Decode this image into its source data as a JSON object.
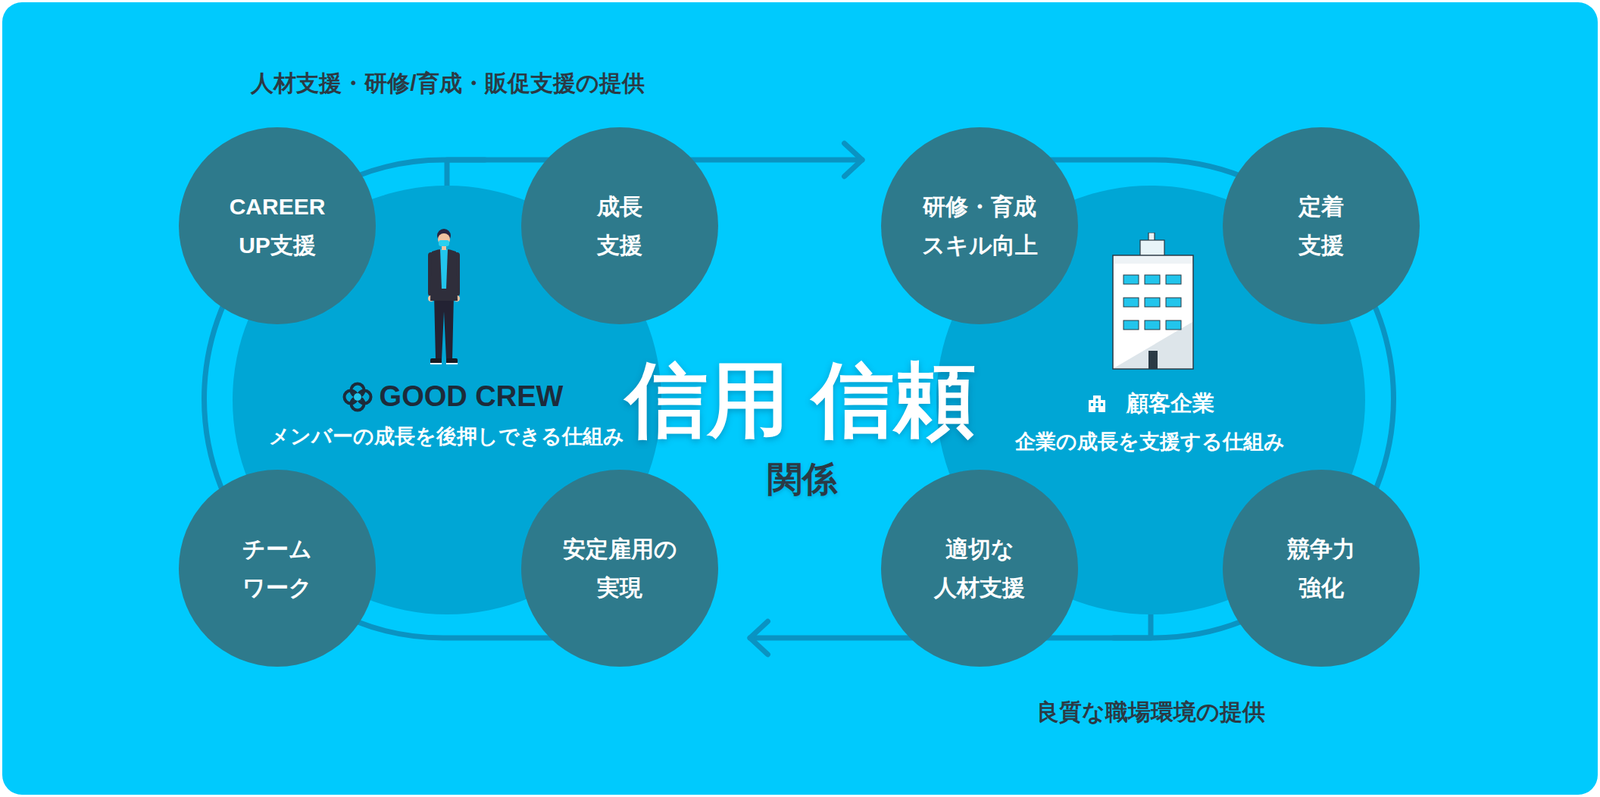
{
  "diagram": {
    "nodes": [
      {
        "text": [
          "GOOD CREW",
          "メンバーの成長を後押しできる仕組み"
        ]
      },
      {
        "text": [
          "CAREER UP支援"
        ]
      },
      {
        "text": [
          "成長 支援"
        ]
      },
      {
        "text": [
          "チーム ワーク"
        ]
      },
      {
        "text": [
          "安定雇用の 実現"
        ]
      },
      {
        "text": [
          "顧客企業",
          "企業の成長を支援する仕組み"
        ]
      },
      {
        "text": [
          "研修・育成 スキル向上"
        ]
      },
      {
        "text": [
          "定着 支援"
        ]
      },
      {
        "text": [
          "適切な 人材支援"
        ]
      },
      {
        "text": [
          "競争力 強化"
        ]
      }
    ],
    "edges": [
      {
        "from": 0,
        "to": 5,
        "arrow": "to",
        "label": "人材支援・研修/育成・販促支援の提供"
      },
      {
        "from": 5,
        "to": 0,
        "arrow": "to",
        "label": "良質な職場環境の提供"
      }
    ],
    "labels": [
      "信用 信頼",
      "関係"
    ]
  }
}
